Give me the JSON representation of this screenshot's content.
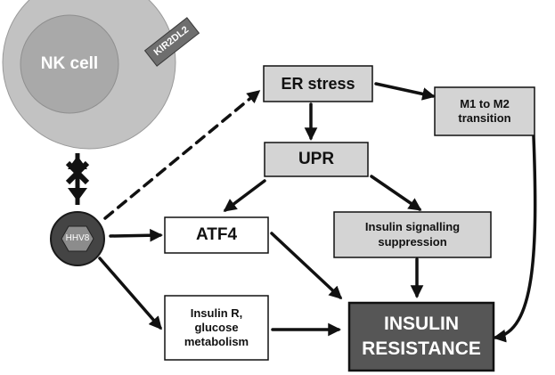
{
  "diagram": {
    "nk_cell": {
      "label": "NK cell"
    },
    "receptor": {
      "label": "KIR2DL2"
    },
    "virus": {
      "label": "HHV8"
    },
    "nodes": {
      "er_stress": {
        "label": "ER stress"
      },
      "m1_m2": {
        "line1": "M1 to M2",
        "line2": "transition"
      },
      "upr": {
        "label": "UPR"
      },
      "atf4": {
        "label": "ATF4"
      },
      "insulin_signalling": {
        "line1": "Insulin signalling",
        "line2": "suppression"
      },
      "insulin_r": {
        "line1": "Insulin R,",
        "line2": "glucose",
        "line3": "metabolism"
      },
      "insulin_resistance": {
        "line1": "INSULIN",
        "line2": "RESISTANCE"
      }
    },
    "edges": [
      {
        "from": "NK cell",
        "to": "HHV8",
        "style": "blocked"
      },
      {
        "from": "HHV8",
        "to": "ER stress",
        "style": "dashed"
      },
      {
        "from": "HHV8",
        "to": "ATF4",
        "style": "solid"
      },
      {
        "from": "HHV8",
        "to": "Insulin R, glucose metabolism",
        "style": "solid"
      },
      {
        "from": "ER stress",
        "to": "UPR",
        "style": "solid"
      },
      {
        "from": "ER stress",
        "to": "M1 to M2 transition",
        "style": "solid"
      },
      {
        "from": "UPR",
        "to": "ATF4",
        "style": "solid"
      },
      {
        "from": "UPR",
        "to": "Insulin signalling suppression",
        "style": "solid"
      },
      {
        "from": "ATF4",
        "to": "INSULIN RESISTANCE",
        "style": "solid"
      },
      {
        "from": "Insulin signalling suppression",
        "to": "INSULIN RESISTANCE",
        "style": "solid"
      },
      {
        "from": "Insulin R, glucose metabolism",
        "to": "INSULIN RESISTANCE",
        "style": "solid"
      },
      {
        "from": "M1 to M2 transition",
        "to": "INSULIN RESISTANCE",
        "style": "solid"
      }
    ],
    "colors": {
      "box_gray": "#d4d4d4",
      "box_white": "#ffffff",
      "box_dark": "#565656",
      "nk_outer": "#c2c2c2",
      "nk_inner": "#a9a9a9",
      "receptor": "#6e6e6e",
      "virus": "#444444",
      "stroke": "#111111"
    }
  }
}
